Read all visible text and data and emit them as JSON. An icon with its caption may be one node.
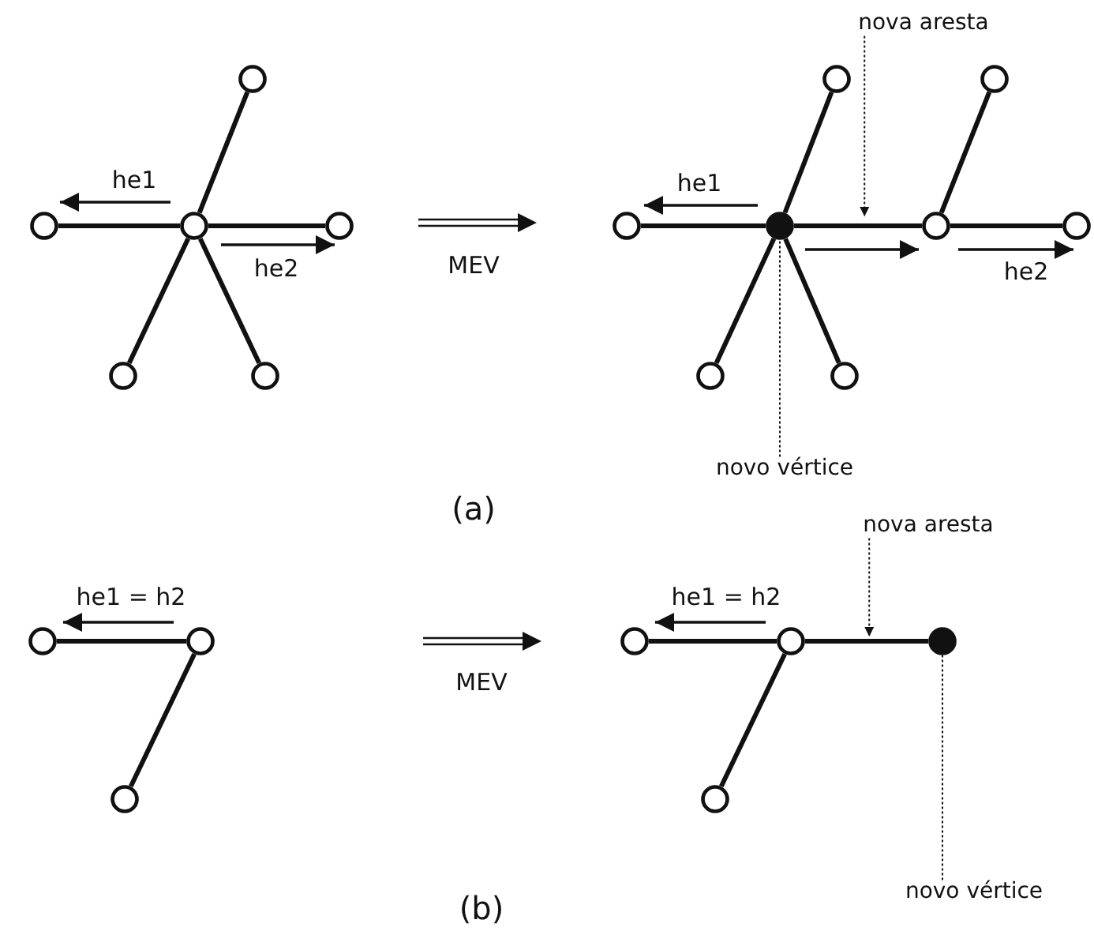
{
  "diagram": {
    "nodes": [
      {
        "text": [],
        "shape": "circle"
      },
      {
        "text": [],
        "shape": "circle"
      },
      {
        "text": [],
        "shape": "circle"
      },
      {
        "text": [],
        "shape": "circle"
      },
      {
        "text": [],
        "shape": "circle"
      },
      {
        "text": [],
        "shape": "circle"
      },
      {
        "text": [
          "nova aresta"
        ]
      },
      {
        "text": [],
        "shape": "circle"
      },
      {
        "text": [],
        "shape": "circle"
      },
      {
        "text": [],
        "shape": "circle"
      },
      {
        "text": [],
        "shape": "dot"
      },
      {
        "text": [],
        "shape": "circle"
      },
      {
        "text": [],
        "shape": "circle"
      },
      {
        "text": [],
        "shape": "circle"
      },
      {
        "text": [],
        "shape": "circle"
      },
      {
        "text": [
          "novo vértice"
        ]
      },
      {
        "text": [],
        "shape": "circle"
      },
      {
        "text": [],
        "shape": "circle"
      },
      {
        "text": [],
        "shape": "circle"
      },
      {
        "text": [
          "nova aresta"
        ]
      },
      {
        "text": [],
        "shape": "circle"
      },
      {
        "text": [],
        "shape": "circle"
      },
      {
        "text": [],
        "shape": "dot"
      },
      {
        "text": [],
        "shape": "circle"
      },
      {
        "text": [
          "novo vértice"
        ]
      }
    ],
    "edges": [
      {
        "from": 2,
        "to": 0,
        "arrow": "none"
      },
      {
        "from": 2,
        "to": 1,
        "arrow": "none"
      },
      {
        "from": 2,
        "to": 3,
        "arrow": "none"
      },
      {
        "from": 2,
        "to": 4,
        "arrow": "none"
      },
      {
        "from": 2,
        "to": 5,
        "arrow": "none"
      },
      {
        "from": 10,
        "to": 7,
        "arrow": "none"
      },
      {
        "from": 10,
        "to": 9,
        "arrow": "none"
      },
      {
        "from": 10,
        "to": 11,
        "arrow": "none"
      },
      {
        "from": 10,
        "to": 13,
        "arrow": "none"
      },
      {
        "from": 10,
        "to": 14,
        "arrow": "none"
      },
      {
        "from": 11,
        "to": 8,
        "arrow": "none"
      },
      {
        "from": 11,
        "to": 12,
        "arrow": "none"
      },
      {
        "from": 6,
        "to": null,
        "arrow": "to",
        "style": "dashed"
      },
      {
        "from": 15,
        "to": 10,
        "arrow": "to",
        "style": "dashed"
      },
      {
        "from": 17,
        "to": 16,
        "arrow": "none"
      },
      {
        "from": 17,
        "to": 18,
        "arrow": "none"
      },
      {
        "from": 21,
        "to": 20,
        "arrow": "none"
      },
      {
        "from": 21,
        "to": 22,
        "arrow": "none"
      },
      {
        "from": 21,
        "to": 23,
        "arrow": "none"
      },
      {
        "from": 19,
        "to": null,
        "arrow": "to",
        "style": "dashed"
      },
      {
        "from": 24,
        "to": 22,
        "arrow": "to",
        "style": "dashed"
      }
    ],
    "labels": [
      "he1",
      "he2",
      "MEV",
      "he1",
      "he2",
      "(a)",
      "he1 = h2",
      "MEV",
      "he1 = h2",
      "(b)"
    ]
  }
}
